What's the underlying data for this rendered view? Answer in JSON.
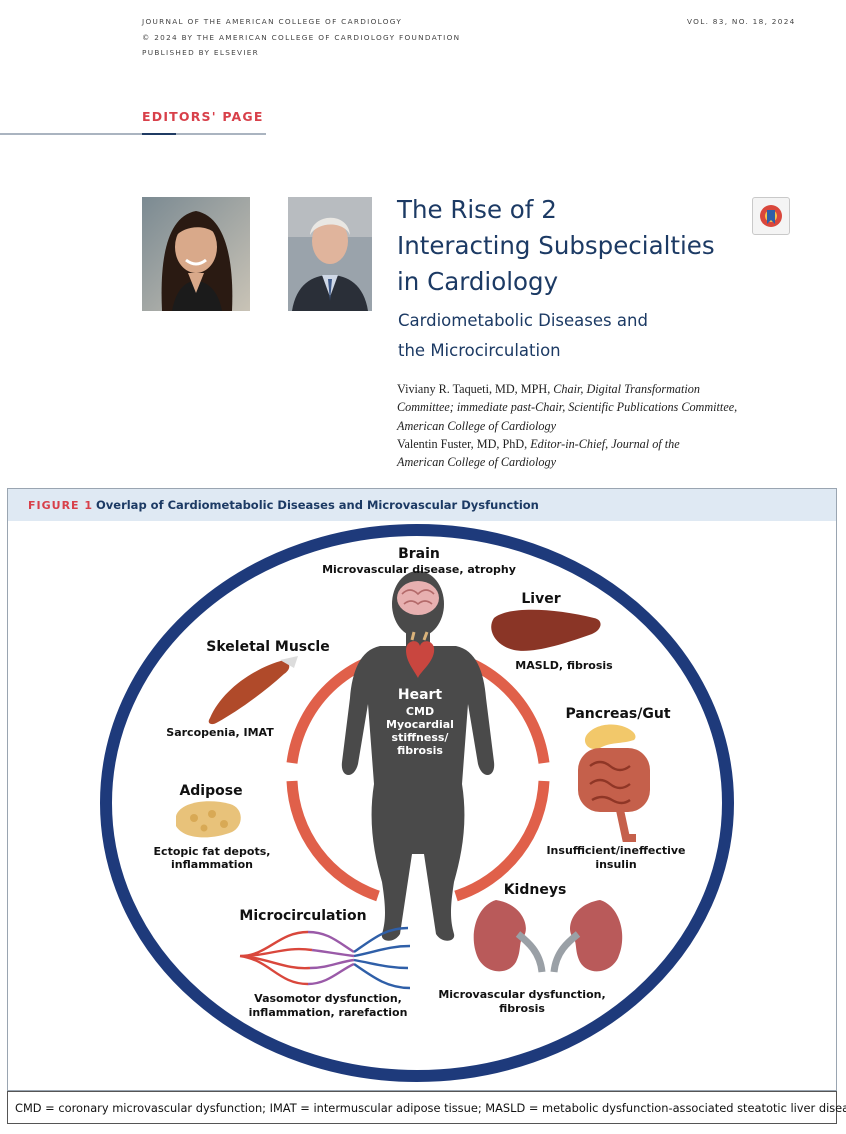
{
  "header": {
    "journal_line1": "JOURNAL OF THE AMERICAN COLLEGE OF CARDIOLOGY",
    "journal_line2": "© 2024 BY THE AMERICAN COLLEGE OF CARDIOLOGY FOUNDATION",
    "journal_line3": "PUBLISHED BY ELSEVIER",
    "volume": "VOL. 83, NO. 18, 2024"
  },
  "section_label": "EDITORS' PAGE",
  "article": {
    "title_line1": "The Rise of 2",
    "title_line2": "Interacting Subspecialties",
    "title_line3": "in Cardiology",
    "subtitle_line1": "Cardiometabolic Diseases and",
    "subtitle_line2": "the Microcirculation",
    "author1_name": "Viviany R. Taqueti, MD, MPH,",
    "author1_role_a": "Chair, Digital Transformation",
    "author1_role_b": "Committee; immediate past-Chair, Scientific Publications Committee,",
    "author1_role_c": "American College of Cardiology",
    "author2_name": "Valentin Fuster, MD, PhD,",
    "author2_role_a": "Editor-in-Chief, Journal of the",
    "author2_role_b": "American College of Cardiology"
  },
  "figure": {
    "label": "FIGURE 1",
    "title": "Overlap of Cardiometabolic Diseases and Microvascular Dysfunction",
    "organs": {
      "brain": {
        "name": "Brain",
        "desc": "Microvascular disease, atrophy"
      },
      "liver": {
        "name": "Liver",
        "desc": "MASLD, fibrosis"
      },
      "muscle": {
        "name": "Skeletal Muscle",
        "desc": "Sarcopenia, IMAT"
      },
      "pancreas": {
        "name": "Pancreas/Gut",
        "desc1": "Insufficient/ineffective",
        "desc2": "insulin"
      },
      "adipose": {
        "name": "Adipose",
        "desc1": "Ectopic fat depots,",
        "desc2": "inflammation"
      },
      "heart": {
        "name": "Heart",
        "desc1": "CMD",
        "desc2": "Myocardial",
        "desc3": "stiffness/",
        "desc4": "fibrosis"
      },
      "kidneys": {
        "name": "Kidneys",
        "desc1": "Microvascular dysfunction,",
        "desc2": "fibrosis"
      },
      "micro": {
        "name": "Microcirculation",
        "desc1": "Vasomotor dysfunction,",
        "desc2": "inflammation, rarefaction"
      }
    },
    "colors": {
      "outer_ring": "#1e3a7b",
      "inner_ring": "#e0604a",
      "silhouette": "#4a4a4a"
    }
  },
  "caption": "CMD = coronary microvascular dysfunction; IMAT = intermuscular adipose tissue; MASLD = metabolic dysfunction-associated steatotic liver disease"
}
